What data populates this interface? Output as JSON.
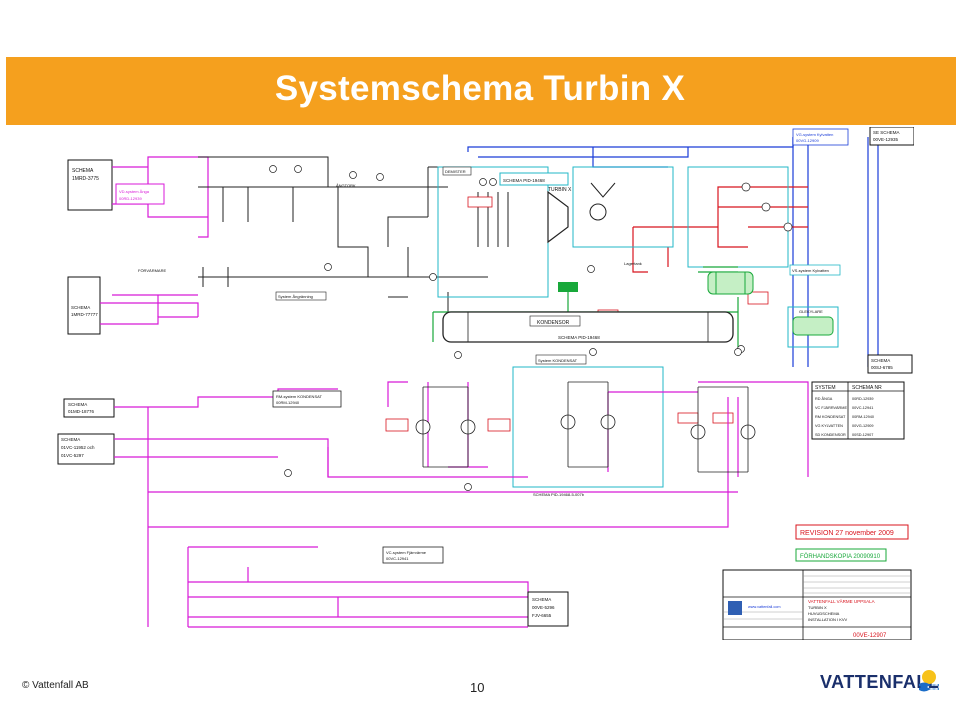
{
  "slide": {
    "title": "Systemschema Turbin X",
    "footer_copyright": "© Vattenfall AB",
    "page_number": "10",
    "brand": "VATTENFALL"
  },
  "colors": {
    "accent": "#f5a01e",
    "pipe_magenta": "#d81ad8",
    "pipe_blue": "#1a3cd8",
    "pipe_red": "#d8141e",
    "pipe_cyan": "#21b7c7",
    "pipe_green": "#18a83a",
    "pipe_black": "#222222"
  },
  "schematic": {
    "boxes": {
      "schema_left_top": [
        "SCHEMA",
        "1MRD-3775"
      ],
      "schema_left_mid": [
        "SCHEMA",
        "1MRD-77777"
      ],
      "schema_left_rvi": [
        "SCHEMA",
        "01MD-18776"
      ],
      "schema_left_bottom": [
        "SCHEMA",
        "01VC-11952 och",
        "01VC-5297"
      ],
      "vd_system": [
        "VD-system Ånga",
        "00RD-12939"
      ],
      "schema_right_top": [
        "SE SCHEMA",
        "00VE-12935"
      ],
      "vg_system": [
        "VG-system Kylvatten",
        "00VG-12909"
      ],
      "schema_right_mid": [
        "SCHEMA",
        "00SJ-6785"
      ],
      "schema_bottom": [
        "SCHEMA",
        "00VE-5296",
        "FJV-6655"
      ]
    },
    "labels": {
      "kondensor": "KONDENSOR",
      "turbin": "TURBIN X",
      "schema_pid_main": "SCHEMA PID-19468",
      "system_kondensat": "System KONDENSAT",
      "schema_pid_bottom": "SCHEMA PID-19468-5-007b",
      "system_angranning": "System Ångränning",
      "rm_system": [
        "RM-system KONDENSAT",
        "00RM-12940"
      ],
      "vc_system": [
        "VC-system Fjärrvärme",
        "00VC-12941"
      ],
      "forvarmare": "FÖRVÄRMARE",
      "glekylare": "GLEKYLARE",
      "angtork": "ÅNGTORK",
      "demister": "DEMISTER",
      "lagertank": "Lagertank",
      "vs_system": "VS-system Kylvatten"
    },
    "system_table": {
      "headers": [
        "SYSTEM",
        "SCHEMA NR"
      ],
      "rows": [
        [
          "RD ÅNGA",
          "00RD-12939"
        ],
        [
          "VC FJÄRRVÄRME",
          "00VC-12941"
        ],
        [
          "RM KONDENSAT",
          "00RM-12940"
        ],
        [
          "VG KYLVATTEN",
          "00VG-12909"
        ],
        [
          "SD KONDENSOR",
          "00SD-12907"
        ]
      ]
    },
    "revision_label": "REVISION  27 november 2009",
    "preliminary_label": "FÖRHANDSKOPIA 20090910",
    "title_block": {
      "company": "VATTENFALL VÄRME UPPSALA",
      "lines": [
        "TURBIN X",
        "HUVUDSCHEMA",
        "INSTALLATION I KVV"
      ],
      "drawing_no": "00VE-12907",
      "website": "www.vattenfall.com"
    }
  }
}
